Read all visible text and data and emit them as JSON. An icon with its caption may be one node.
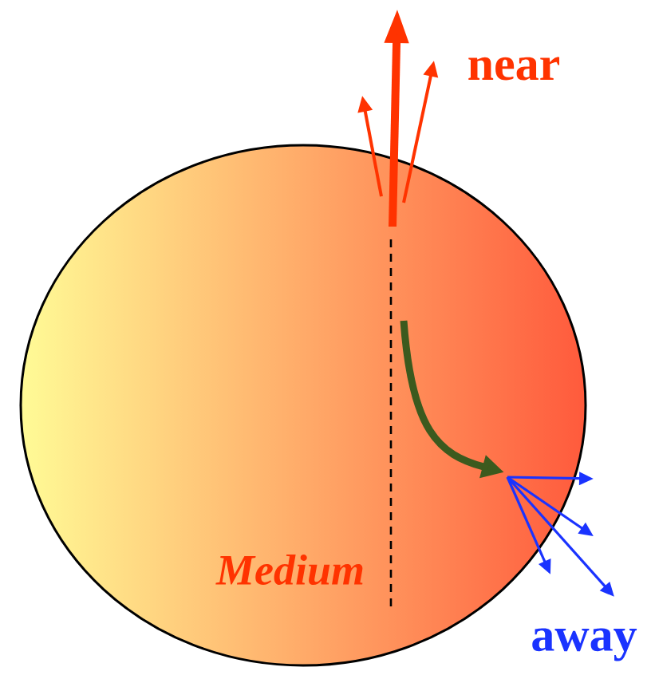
{
  "diagram": {
    "nodes": [
      {
        "text": [
          "Medium"
        ]
      }
    ],
    "labels": [
      "near",
      "away"
    ]
  }
}
